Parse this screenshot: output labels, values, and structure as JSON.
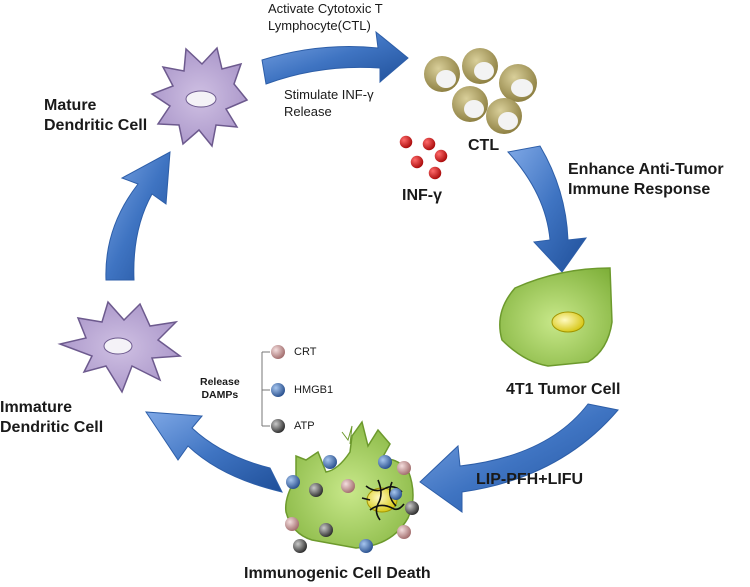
{
  "labels": {
    "mature_dc": [
      "Mature",
      "Dendritic Cell"
    ],
    "immature_dc": [
      "Immature",
      "Dendritic Cell"
    ],
    "activate_ctl": [
      "Activate Cytotoxic T",
      "Lymphocyte(CTL)"
    ],
    "stimulate_inf": [
      "Stimulate INF-γ",
      "Release"
    ],
    "ctl": "CTL",
    "inf_gamma": "INF-γ",
    "enhance": [
      "Enhance Anti-Tumor",
      "Immune Response"
    ],
    "tumor_cell": "4T1 Tumor Cell",
    "lip_pfh": "LIP-PFH+LIFU",
    "icd": "Immunogenic Cell Death",
    "release_damps": [
      "Release",
      "DAMPs"
    ]
  },
  "damps": [
    {
      "name": "CRT",
      "color": "#b07a7a"
    },
    {
      "name": "HMGB1",
      "color": "#2e5c9a"
    },
    {
      "name": "ATP",
      "color": "#333333"
    }
  ],
  "colors": {
    "arrow": "#3f74c2",
    "dendritic_cell": "#b7a3d1",
    "tumor_cell": "#9ccc52",
    "ctl": "#a89a5a",
    "inf_gamma": "#cc1414",
    "nucleus": "#e6d600"
  }
}
